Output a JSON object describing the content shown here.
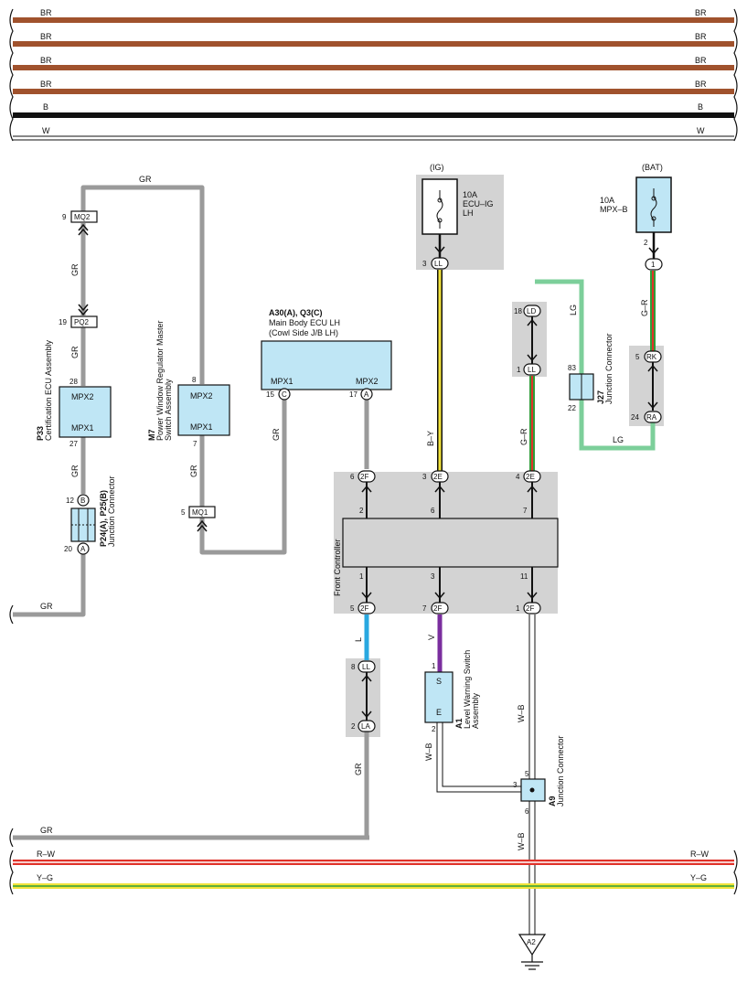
{
  "colors": {
    "BR": "#a0522d",
    "B": "#111111",
    "GR": "#9a9a9a",
    "LG": "#7ccf9a",
    "R": "#e0322a",
    "Y": "#f2e33a",
    "G": "#2f9e3a",
    "L": "#29a8e0",
    "V": "#7a2e9e",
    "component_fill": "#bfe6f5",
    "shade": "#d3d3d3"
  },
  "top_buses": [
    {
      "label_left": "BR",
      "label_right": "BR",
      "color": "BR"
    },
    {
      "label_left": "BR",
      "label_right": "BR",
      "color": "BR"
    },
    {
      "label_left": "BR",
      "label_right": "BR",
      "color": "BR"
    },
    {
      "label_left": "BR",
      "label_right": "BR",
      "color": "BR"
    },
    {
      "label_left": "B",
      "label_right": "B",
      "color": "B"
    },
    {
      "label_left": "W",
      "label_right": "W",
      "color": "W"
    }
  ],
  "bottom_buses": [
    {
      "label_left": "R–W",
      "label_right": "R–W"
    },
    {
      "label_left": "Y–G",
      "label_right": "Y–G"
    }
  ],
  "wire_labels": {
    "gr": "GR",
    "lg": "LG",
    "by": "B–Y",
    "gr_wire": "G–R",
    "l": "L",
    "v": "V",
    "wb": "W–B"
  },
  "components": {
    "p33": {
      "code": "P33",
      "name": "Certification ECU Assembly",
      "pin_top_label": "MPX2",
      "pin_bottom_label": "MPX1",
      "pin_top": "28",
      "pin_bottom": "27"
    },
    "m7": {
      "code": "M7",
      "name_line1": "Power Window Regulator Master",
      "name_line2": "Switch Assembly",
      "pin_top_label": "MPX2",
      "pin_bottom_label": "MPX1",
      "pin_top": "8",
      "pin_bottom": "7"
    },
    "a30": {
      "code": "A30(A), Q3(C)",
      "name_line1": "Main Body ECU LH",
      "name_line2": "(Cowl Side J/B LH)",
      "pin_left_label": "MPX1",
      "pin_right_label": "MPX2",
      "pin_left": "15",
      "pin_left_conn": "C",
      "pin_right": "17",
      "pin_right_conn": "A"
    },
    "p24": {
      "code": "P24(A), P25(B)",
      "name": "Junction Connector",
      "pin_top": "12",
      "pin_top_conn": "B",
      "pin_bottom": "20",
      "pin_bottom_conn": "A"
    },
    "front_controller": {
      "name": "Front Controller",
      "top_pins": [
        "2",
        "6",
        "7"
      ],
      "bottom_pins": [
        "1",
        "3",
        "11"
      ]
    },
    "j27": {
      "code": "J27",
      "name": "Junction Connector",
      "pin_top": "83",
      "pin_bottom": "22"
    },
    "a1": {
      "code": "A1",
      "name_line1": "Level Warning Switch",
      "name_line2": "Assembly",
      "pin_top_label": "S",
      "pin_bottom_label": "E",
      "pin_top": "1",
      "pin_bottom": "2"
    },
    "a9": {
      "code": "A9",
      "name": "Junction Connector",
      "pin_in": "3",
      "pin_top": "5",
      "pin_bottom": "6"
    },
    "fuse_ig": {
      "supply": "(IG)",
      "rating": "10A",
      "name_line1": "ECU–IG",
      "name_line2": "LH",
      "pin": "3",
      "conn": "LL"
    },
    "fuse_bat": {
      "supply": "(BAT)",
      "rating": "10A",
      "name": "MPX–B",
      "pin": "2"
    }
  },
  "connectors": {
    "mq2": {
      "pin": "9",
      "name": "MQ2"
    },
    "pq2": {
      "pin": "19",
      "name": "PQ2"
    },
    "mq1": {
      "pin": "5",
      "name": "MQ1"
    },
    "ld": {
      "pin": "18",
      "name": "LD"
    },
    "ll_a": {
      "pin": "1",
      "name": "LL"
    },
    "c1": {
      "pin": "",
      "name": "1"
    },
    "rk": {
      "pin": "5",
      "name": "RK"
    },
    "ra": {
      "pin": "24",
      "name": "RA"
    },
    "e2_1": {
      "pin": "6",
      "name": "2F"
    },
    "e2_2": {
      "pin": "3",
      "name": "2E"
    },
    "e2_3": {
      "pin": "4",
      "name": "2E"
    },
    "f2_1": {
      "pin": "5",
      "name": "2F"
    },
    "f2_2": {
      "pin": "7",
      "name": "2F"
    },
    "f2_3": {
      "pin": "1",
      "name": "2F"
    },
    "ll_b": {
      "pin": "8",
      "name": "LL"
    },
    "la": {
      "pin": "2",
      "name": "LA"
    }
  },
  "ground": {
    "name": "A2"
  }
}
